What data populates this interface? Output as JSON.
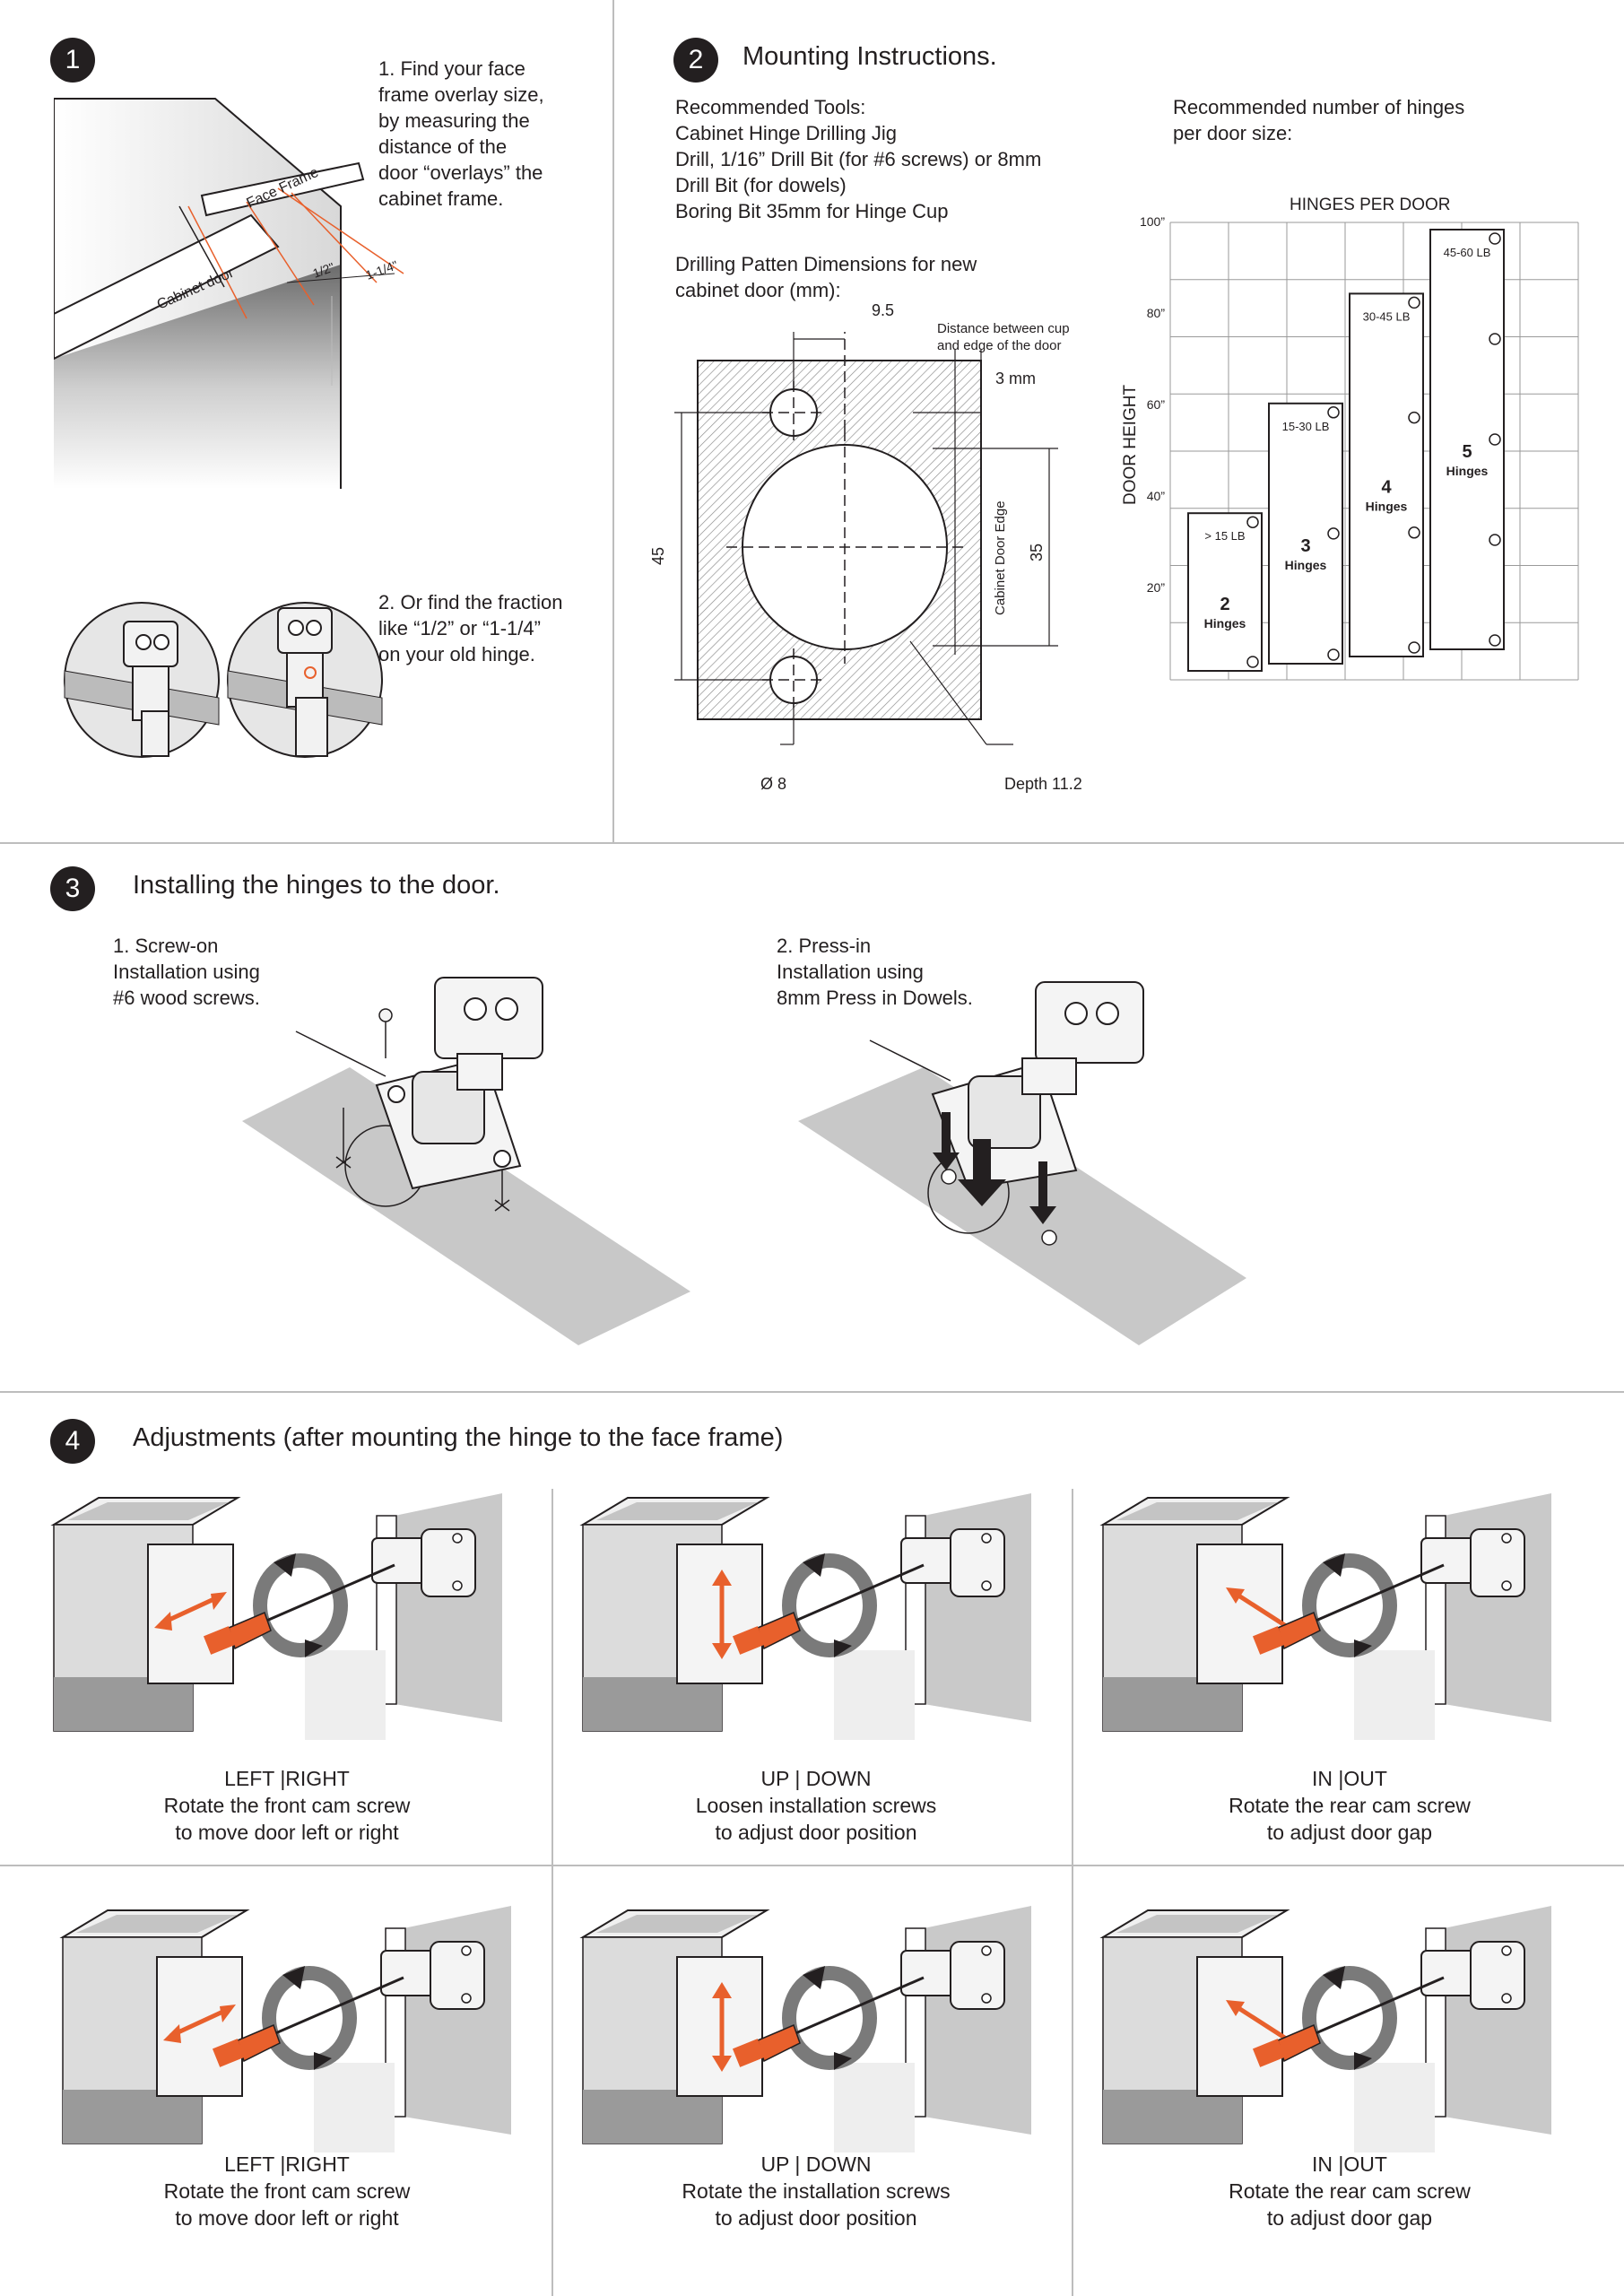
{
  "colors": {
    "ink": "#231f20",
    "accent": "#e8602c",
    "hatch": "#888888",
    "panel": "#d9d9d9"
  },
  "step1": {
    "badge": "1",
    "text1": "1.  Find your face\n      frame overlay size,\n      by measuring the\n      distance of the\n      door “overlays” the\n      cabinet frame.",
    "text2": "2.  Or find the fraction\n      like “1/2” or “1-1/4”\n      on your old hinge.",
    "label_face_frame": "Face Frame",
    "label_cabinet_door": "Cabinet door",
    "label_half": "1/2\"",
    "label_1_1_4": "1-1/4\""
  },
  "step2": {
    "badge": "2",
    "title": "Mounting Instructions.",
    "tools": "Recommended Tools:\nCabinet Hinge Drilling Jig\nDrill, 1/16” Drill Bit (for #6 screws) or 8mm\nDrill Bit (for dowels)\nBoring Bit 35mm for Hinge Cup",
    "pattern_title": "Drilling Patten Dimensions for new\ncabinet door (mm):",
    "dim_9_5": "9.5",
    "dim_distance": "Distance between cup\nand edge of the door",
    "dim_3mm": "3 mm",
    "dim_45": "45",
    "dim_35": "35",
    "edge_label": "Cabinet Door Edge",
    "dim_d8": "Ø 8",
    "dim_depth": "Depth 11.2",
    "hinges_intro": "Recommended number of hinges\nper door size:",
    "chart_title": "HINGES PER DOOR",
    "y_axis_label": "DOOR HEIGHT",
    "y_ticks": [
      "100”",
      "80”",
      "60”",
      "40”",
      "20”"
    ]
  },
  "chart_data": {
    "type": "bar",
    "title": "HINGES PER DOOR",
    "ylabel": "DOOR HEIGHT",
    "ylim": [
      0,
      100
    ],
    "categories": [
      "> 15 LB",
      "15-30 LB",
      "30-45 LB",
      "45-60 LB"
    ],
    "values": [
      38,
      62,
      86,
      100
    ],
    "hinge_counts": [
      "2",
      "3",
      "4",
      "5"
    ],
    "hinge_word": "Hinges"
  },
  "step3": {
    "badge": "3",
    "title": "Installing the hinges to the door.",
    "method1": "1.  Screw-on\n     Installation using\n     #6 wood screws.",
    "method2": "2.  Press-in\n     Installation using\n     8mm Press in Dowels."
  },
  "step4": {
    "badge": "4",
    "title": "Adjustments (after mounting the hinge to the face frame)",
    "panels": [
      {
        "title": "LEFT  |RIGHT",
        "line1": "Rotate the front cam screw",
        "line2": "to move door left or right"
      },
      {
        "title": "UP | DOWN",
        "line1": "Loosen installation screws",
        "line2": "to adjust door position"
      },
      {
        "title": "IN  |OUT",
        "line1": "Rotate the rear cam screw",
        "line2": "to adjust door gap"
      },
      {
        "title": "LEFT  |RIGHT",
        "line1": "Rotate the front cam screw",
        "line2": "to move door left or right"
      },
      {
        "title": "UP | DOWN",
        "line1": "Rotate the installation screws",
        "line2": "to adjust door position"
      },
      {
        "title": "IN  |OUT",
        "line1": "Rotate the rear cam screw",
        "line2": "to adjust door gap"
      }
    ]
  }
}
